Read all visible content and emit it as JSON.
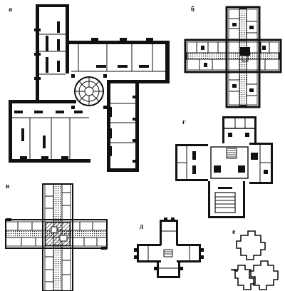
{
  "plans": [
    {
      "id": "a",
      "label": "а"
    },
    {
      "id": "b",
      "label": "б"
    },
    {
      "id": "v",
      "label": "в"
    },
    {
      "id": "g",
      "label": "г"
    },
    {
      "id": "d",
      "label": "д"
    },
    {
      "id": "e",
      "label": "е"
    }
  ]
}
